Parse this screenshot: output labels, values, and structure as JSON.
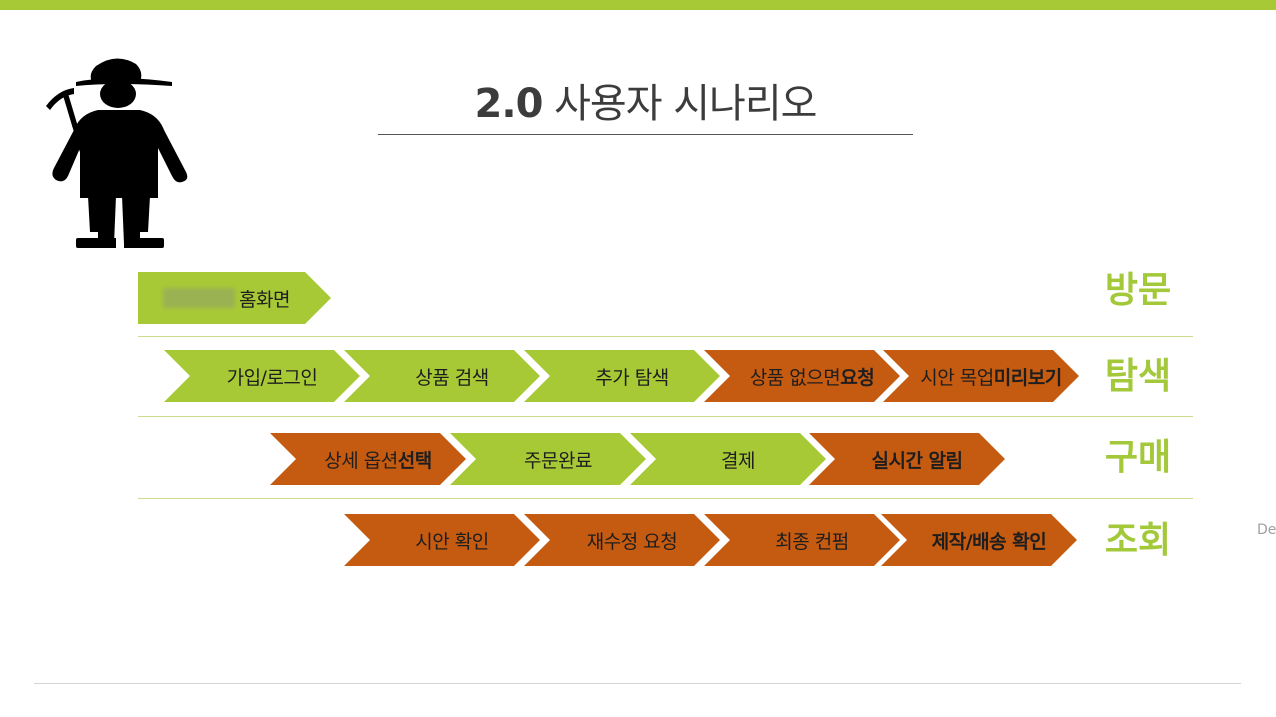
{
  "slide": {
    "title_number": "2.0",
    "title_text": "사용자 시나리오",
    "edge_text": "De"
  },
  "stages": [
    {
      "label": "방문"
    },
    {
      "label": "탐색"
    },
    {
      "label": "구매"
    },
    {
      "label": "조회"
    }
  ],
  "rows": {
    "visit": [
      {
        "normal": "홈화면",
        "bold": "",
        "color": "green",
        "redacted": true
      }
    ],
    "explore": [
      {
        "normal": "가입/로그인",
        "bold": "",
        "color": "green"
      },
      {
        "normal": "상품 검색",
        "bold": "",
        "color": "green"
      },
      {
        "normal": "추가 탐색",
        "bold": "",
        "color": "green"
      },
      {
        "normal": "상품 없으면 ",
        "bold": "요청",
        "color": "orange"
      },
      {
        "normal": "시안 목업 ",
        "bold": "미리보기",
        "color": "orange"
      }
    ],
    "purchase": [
      {
        "normal": "상세 옵션 ",
        "bold": "선택",
        "color": "orange"
      },
      {
        "normal": "주문완료",
        "bold": "",
        "color": "green"
      },
      {
        "normal": "결제",
        "bold": "",
        "color": "green"
      },
      {
        "normal": "",
        "bold": "실시간 알림",
        "color": "orange"
      }
    ],
    "inquiry": [
      {
        "normal": "시안 확인",
        "bold": "",
        "color": "orange"
      },
      {
        "normal": "재수정 요청",
        "bold": "",
        "color": "orange"
      },
      {
        "normal": "최종 컨펌",
        "bold": "",
        "color": "orange"
      },
      {
        "normal": "",
        "bold": "제작/배송 확인",
        "color": "orange"
      }
    ]
  },
  "colors": {
    "accent_green": "#a8c936",
    "accent_orange": "#c55a11",
    "stage_text": "#a3c93a"
  },
  "icons": {
    "figure": "farmer-icon"
  }
}
